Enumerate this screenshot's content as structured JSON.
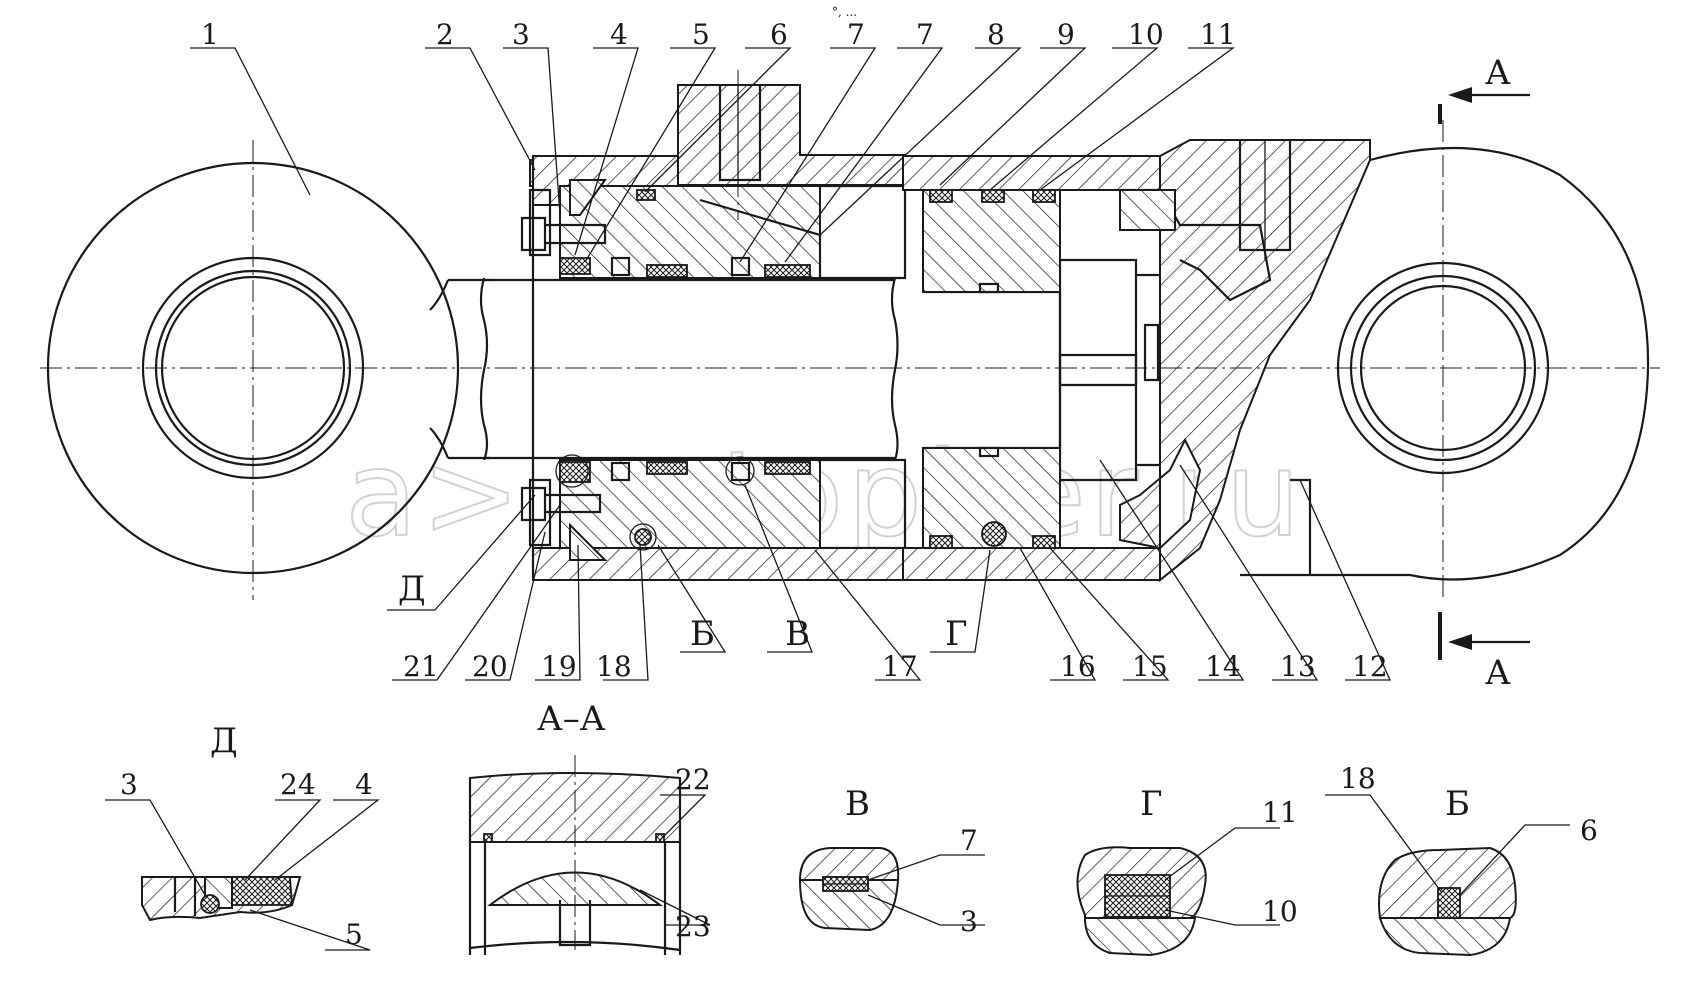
{
  "drawing": {
    "title": "Hydraulic cylinder assembly drawing"
  },
  "top_mark": "°, ...",
  "callouts": [
    "1",
    "2",
    "3",
    "4",
    "5",
    "6",
    "7",
    "7",
    "8",
    "9",
    "10",
    "11",
    "21",
    "20",
    "19",
    "18",
    "Б",
    "В",
    "Г",
    "16",
    "15",
    "14",
    "13",
    "12",
    "17",
    "Д"
  ],
  "section_marks": {
    "top": "А",
    "bottom": "А"
  },
  "details": {
    "d": {
      "title": "Д",
      "labels": [
        "3",
        "24",
        "4",
        "5"
      ]
    },
    "aa": {
      "title": "А–А",
      "labels": [
        "22",
        "23"
      ]
    },
    "v": {
      "title": "В",
      "labels": [
        "7",
        "3"
      ]
    },
    "g": {
      "title": "Г",
      "labels": [
        "11",
        "10"
      ]
    },
    "b": {
      "title": "Б",
      "labels": [
        "18",
        "6"
      ]
    }
  },
  "watermark": "a> autopiter.ru"
}
